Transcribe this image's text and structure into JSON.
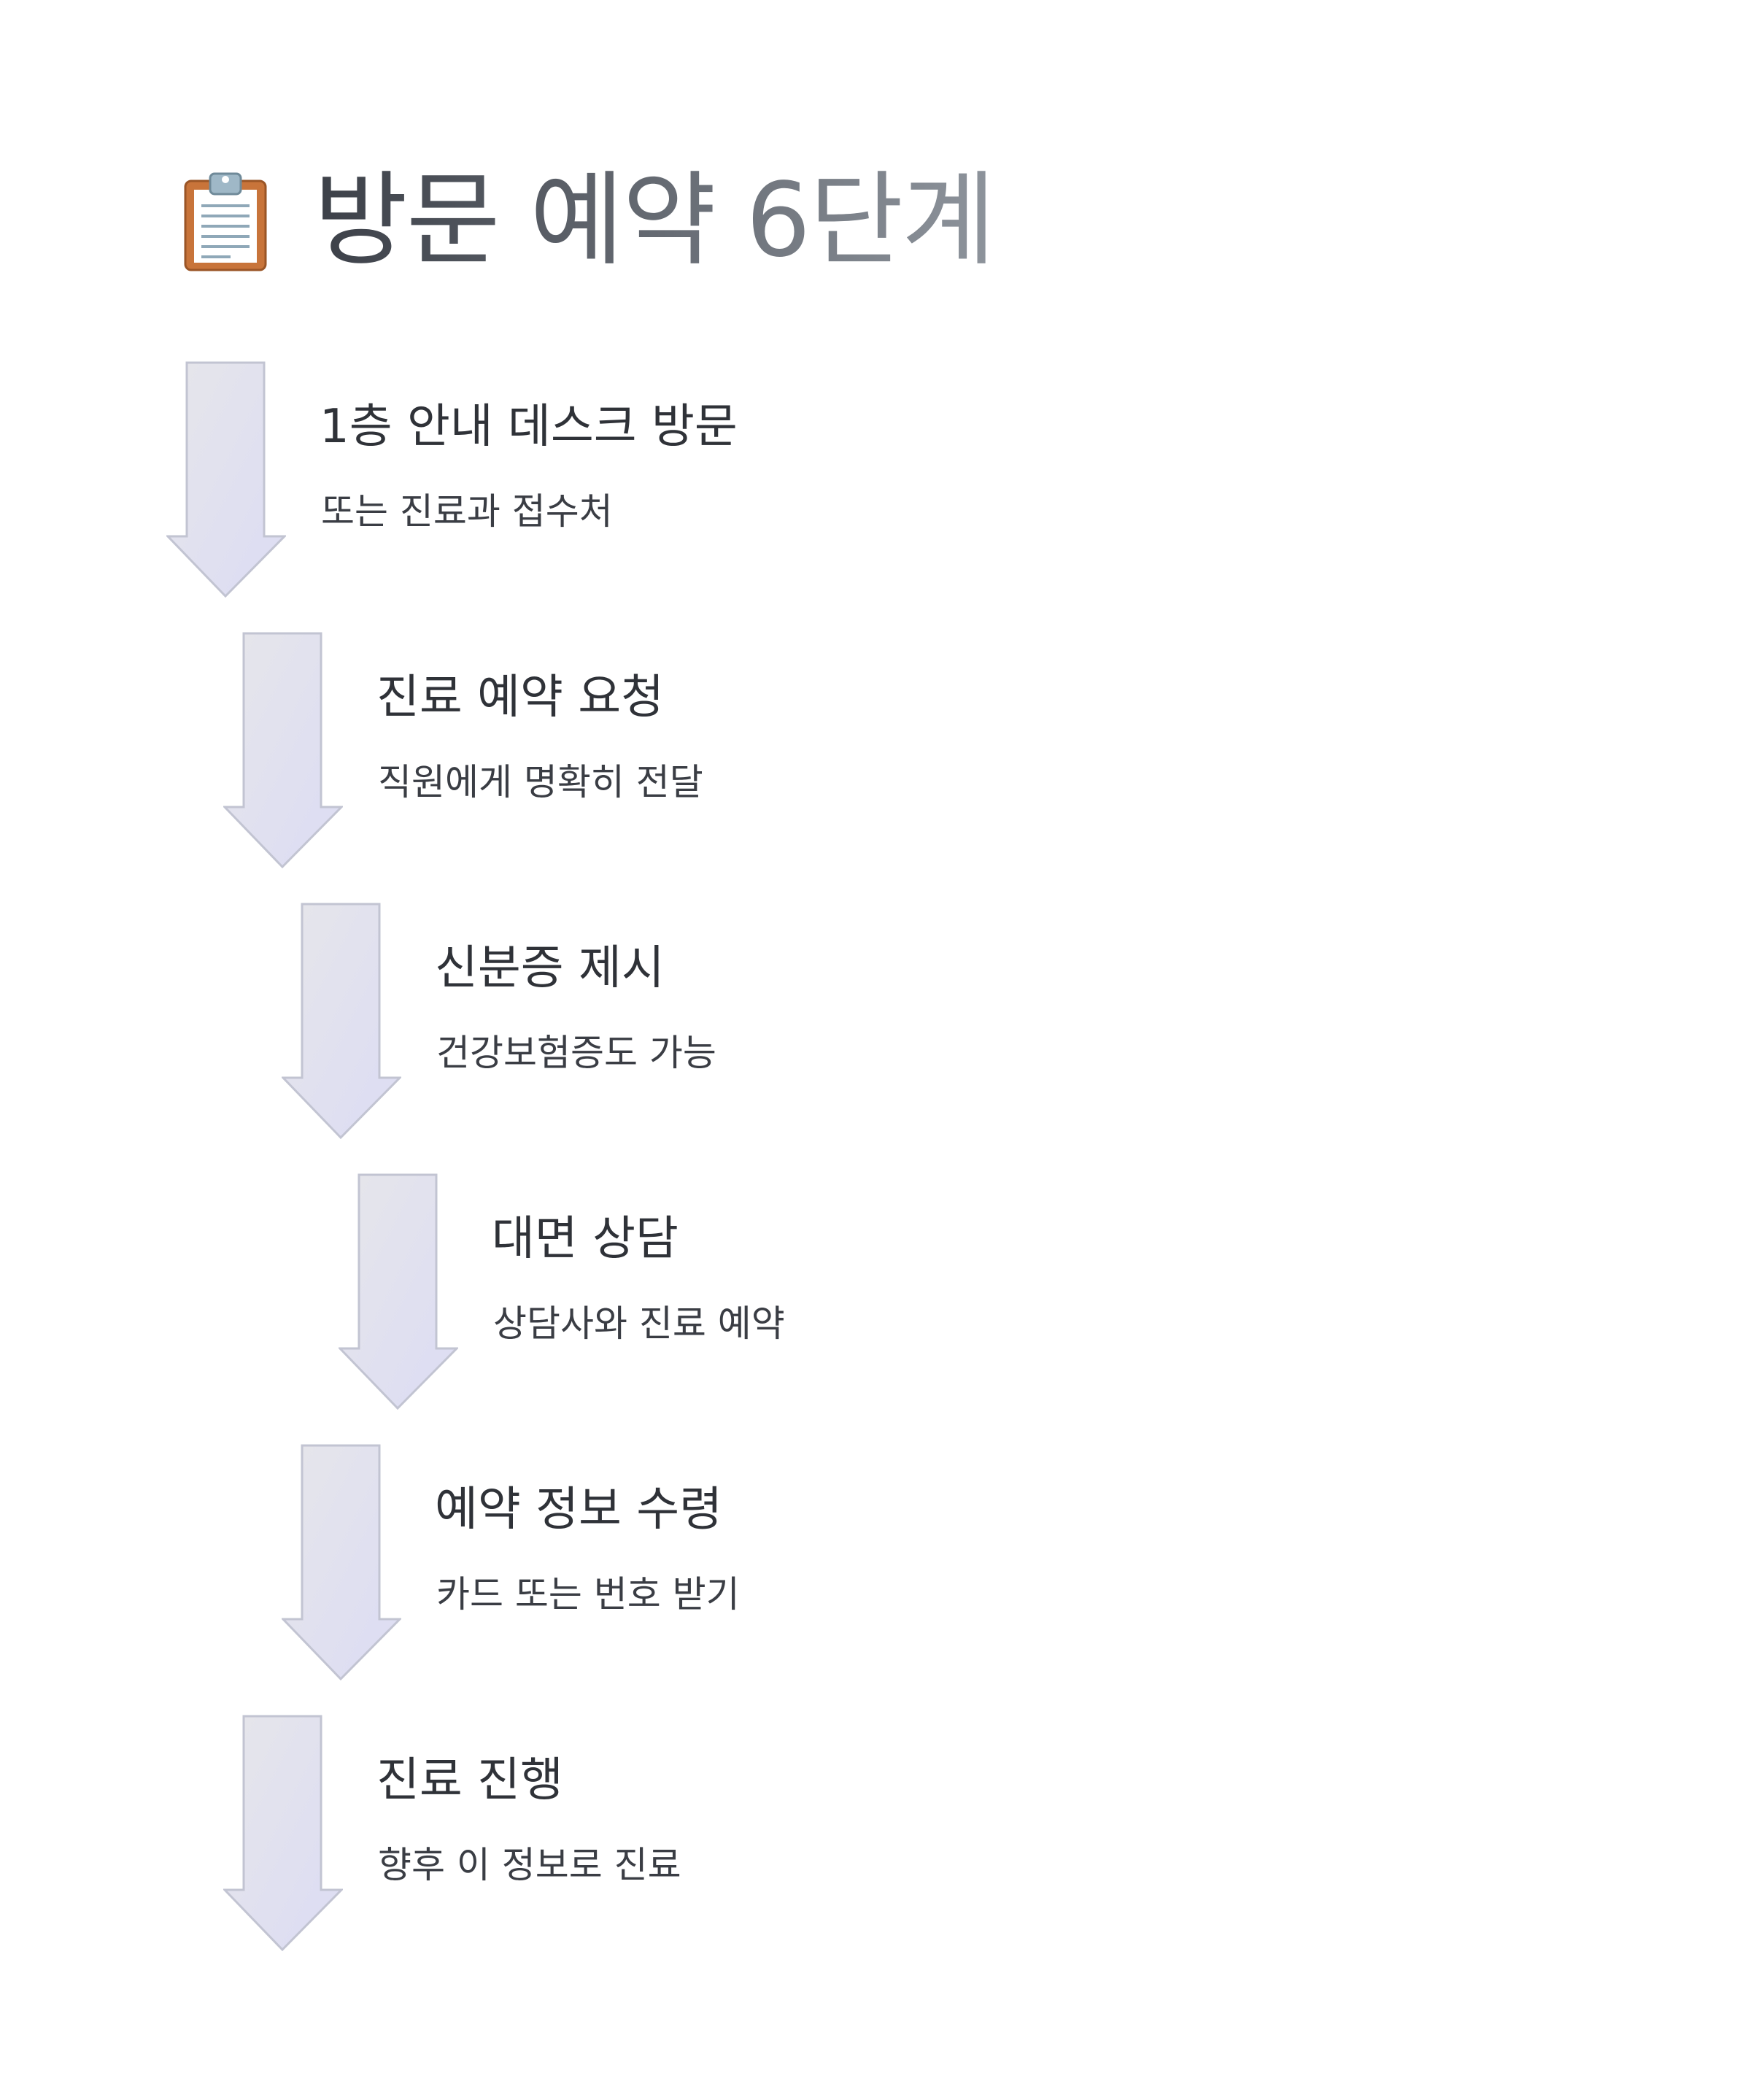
{
  "page": {
    "title_icon": "clipboard-icon",
    "title": "방문 예약 6단계"
  },
  "colors": {
    "title_start": "#3c4048",
    "title_end": "#8e949c",
    "arrow_fill_top": "#e6e6ea",
    "arrow_fill_bottom": "#dcdcf4",
    "arrow_stroke": "#c2c4d2",
    "text": "#2f3238"
  },
  "steps": [
    {
      "title": "1층 안내 데스크 방문",
      "subtitle": "또는 진료과 접수처"
    },
    {
      "title": "진료 예약 요청",
      "subtitle": "직원에게 명확히 전달"
    },
    {
      "title": "신분증 제시",
      "subtitle": "건강보험증도 가능"
    },
    {
      "title": "대면 상담",
      "subtitle": "상담사와 진료 예약"
    },
    {
      "title": "예약 정보 수령",
      "subtitle": "카드 또는 번호 받기"
    },
    {
      "title": "진료 진행",
      "subtitle": "향후 이 정보로 진료"
    }
  ]
}
